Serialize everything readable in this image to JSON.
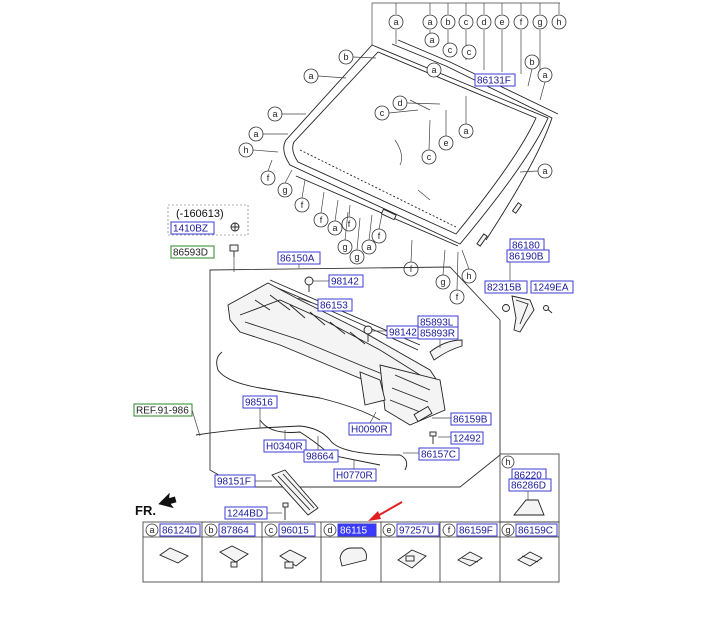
{
  "callouts": {
    "top_row": [
      "a",
      "a",
      "b",
      "c",
      "d",
      "e",
      "f",
      "g",
      "h"
    ],
    "letters": {
      "a": "a",
      "b": "b",
      "c": "c",
      "d": "d",
      "e": "e",
      "f": "f",
      "g": "g",
      "h": "h"
    }
  },
  "parts": {
    "p86131F": "86131F",
    "p160613": "(-160613)",
    "p1410BZ": "1410BZ",
    "p86593D": "86593D",
    "p86150A": "86150A",
    "p98142a": "98142",
    "p98142b": "98142",
    "p86153": "86153",
    "p85893L": "85893L",
    "p85893R": "85893R",
    "p86180": "86180",
    "p86190B": "86190B",
    "p82315B": "82315B",
    "p1249EA": "1249EA",
    "pREF": "REF.91-986",
    "p98516": "98516",
    "pH0340R": "H0340R",
    "p98664": "98664",
    "pH0090R": "H0090R",
    "pH0770R": "H0770R",
    "p86159B": "86159B",
    "p12492": "12492",
    "p86157C": "86157C",
    "p98151F": "98151F",
    "p1244BD": "1244BD",
    "p86220": "86220",
    "p86286D": "86286D",
    "fr": "FR."
  },
  "legend": [
    {
      "letter": "a",
      "part": "86124D"
    },
    {
      "letter": "b",
      "part": "87864"
    },
    {
      "letter": "c",
      "part": "96015"
    },
    {
      "letter": "d",
      "part": "86115",
      "highlight": true
    },
    {
      "letter": "e",
      "part": "97257U"
    },
    {
      "letter": "f",
      "part": "86159F"
    },
    {
      "letter": "g",
      "part": "86159C"
    }
  ],
  "legend_h": {
    "letter": "h"
  },
  "colors": {
    "highlight": "#3b3bff",
    "border": "#3b3bd6",
    "green": "#2a8a2a",
    "arrow": "#e02020"
  }
}
